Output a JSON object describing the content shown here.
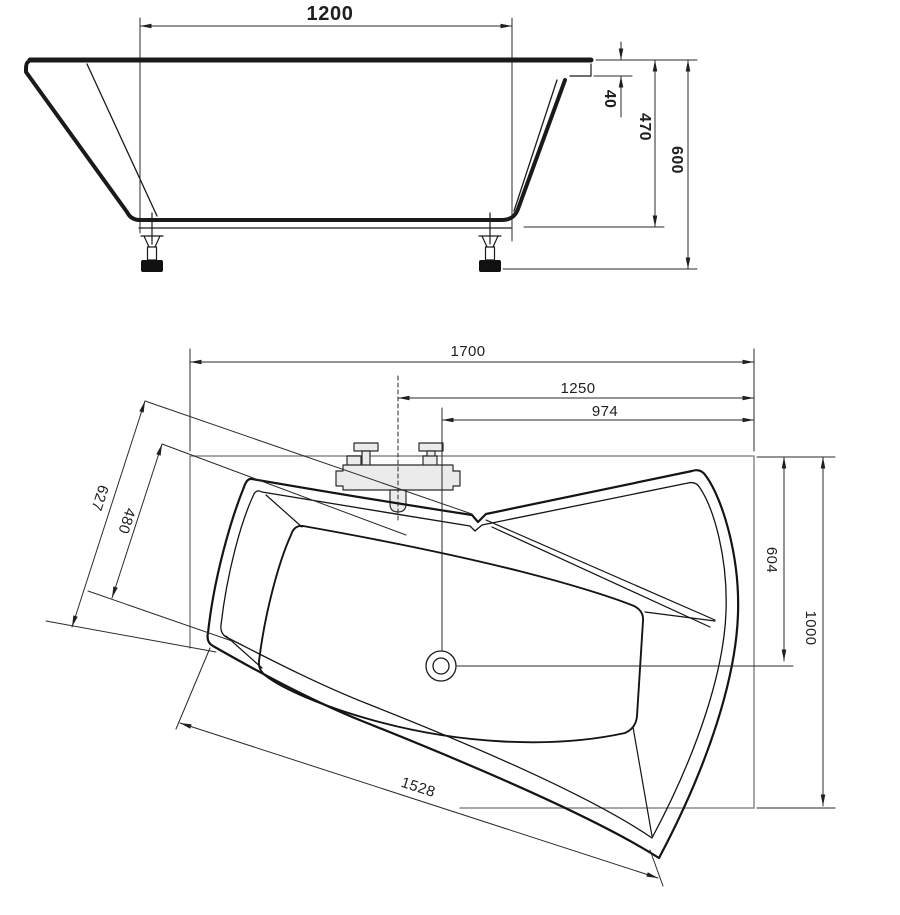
{
  "side_view": {
    "width_top": "1200",
    "rim_ledge": "40",
    "inner_depth": "470",
    "overall_height": "600"
  },
  "plan_view": {
    "overall_length": "1700",
    "centerline_to_right": "1250",
    "drain_to_right": "974",
    "left_end_outer": "627",
    "left_end_inner": "480",
    "right_end_depth": "604",
    "overall_width": "1000",
    "front_edge_length": "1528"
  },
  "colors": {
    "line": "#1a1a1a",
    "dimension": "#2a2a2a",
    "frame": "#8a8a8a",
    "faucet_fill": "#ebebeb",
    "background": "#ffffff"
  }
}
